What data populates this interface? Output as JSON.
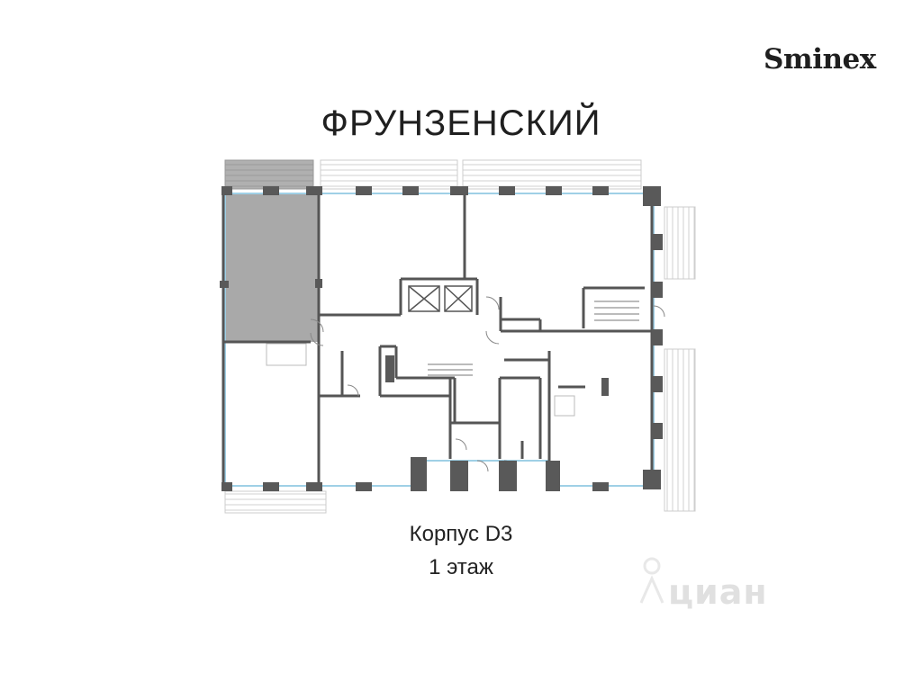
{
  "brand": {
    "logo_text": "Sminex"
  },
  "header": {
    "title": "ФРУНЗЕНСКИЙ"
  },
  "caption": {
    "building": "Корпус D3",
    "floor": "1 этаж"
  },
  "plan": {
    "highlight_color": "#a9a9a9",
    "wall_color": "#555555",
    "column_color": "#595959",
    "window_color": "#9fd0e6",
    "balcony_stroke": "#c8c8c8"
  },
  "watermark": {
    "text": "циан"
  }
}
